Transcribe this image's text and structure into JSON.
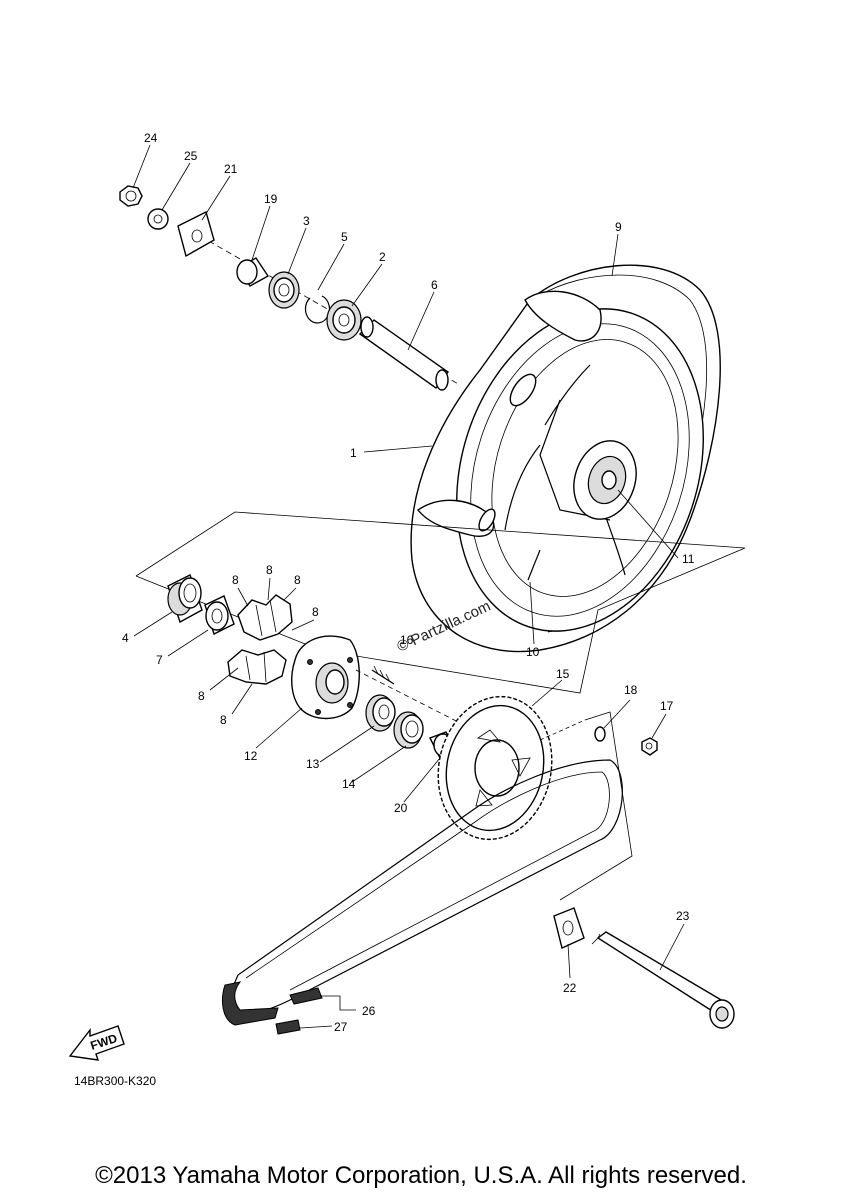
{
  "diagram": {
    "drawing_code": "14BR300-K320",
    "watermark": "© Partzilla.com",
    "fwd_label": "FWD",
    "callouts": {
      "c24": "24",
      "c25": "25",
      "c21": "21",
      "c19": "19",
      "c3": "3",
      "c5": "5",
      "c2": "2",
      "c6": "6",
      "c9": "9",
      "c1": "1",
      "c11": "11",
      "c10": "10",
      "c4": "4",
      "c7": "7",
      "c8a": "8",
      "c8b": "8",
      "c8c": "8",
      "c8d": "8",
      "c8e": "8",
      "c8f": "8",
      "c12": "12",
      "c13": "13",
      "c14": "14",
      "c20": "20",
      "c15": "15",
      "c18": "18",
      "c17": "17",
      "c23": "23",
      "c22": "22",
      "c26": "26",
      "c27": "27",
      "c16": "16"
    }
  },
  "footer": {
    "copyright": "©2013 Yamaha Motor Corporation, U.S.A. All rights reserved."
  }
}
